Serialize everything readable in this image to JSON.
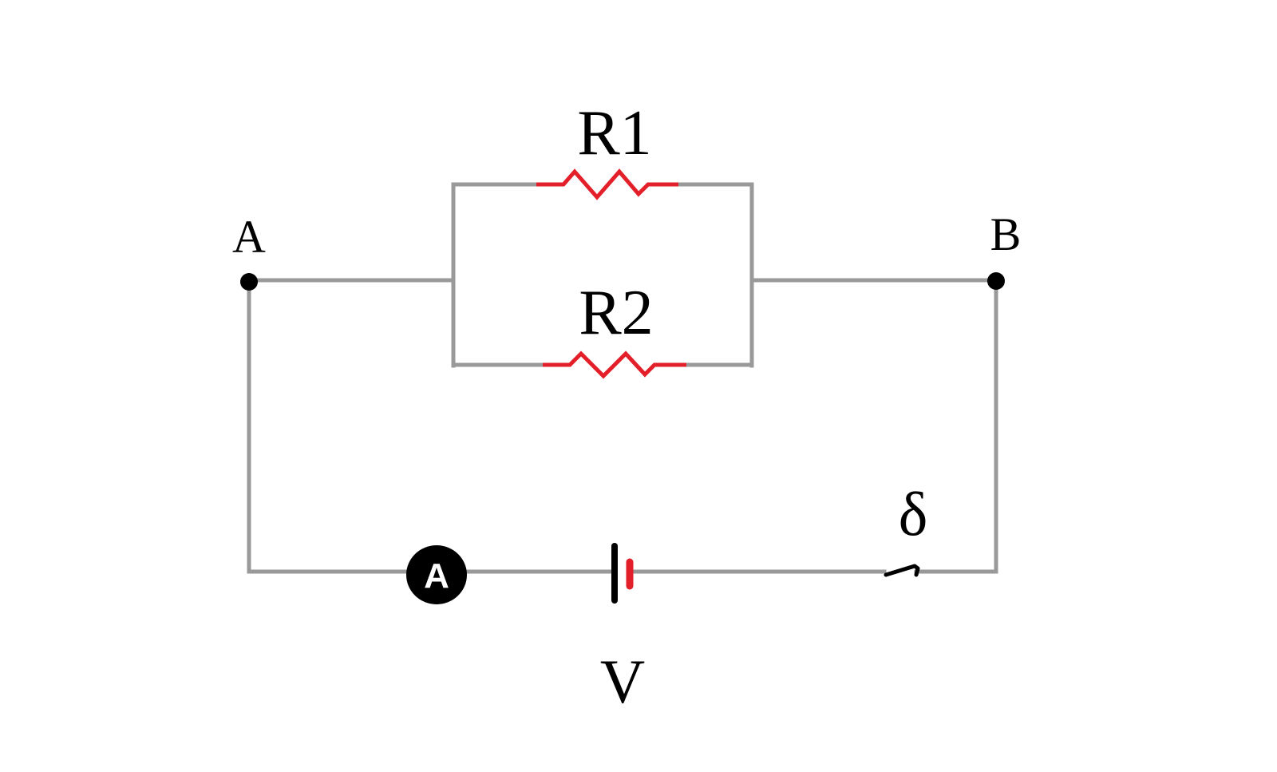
{
  "diagram": {
    "labels": {
      "node_a": "A",
      "node_b": "B",
      "resistor_1": "R1",
      "resistor_2": "R2",
      "source": "V",
      "switch": "δ",
      "ammeter": "A"
    },
    "colors": {
      "wire": "#999999",
      "resistor": "#e3202a",
      "battery_long_plate": "#000000",
      "battery_short_plate": "#e3202a",
      "node": "#000000",
      "ammeter_body": "#000000",
      "ammeter_text": "#ffffff",
      "background": "#ffffff"
    },
    "components": [
      "node-a",
      "node-b",
      "resistor-r1",
      "resistor-r2",
      "ammeter",
      "battery",
      "switch"
    ]
  }
}
